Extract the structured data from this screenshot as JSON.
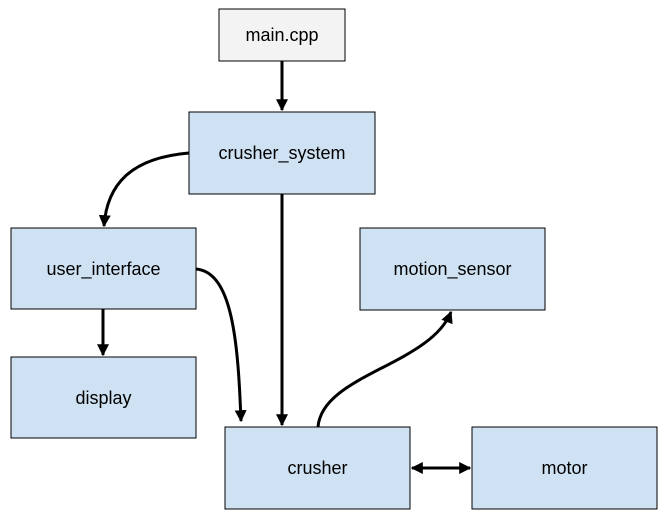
{
  "diagram": {
    "colors": {
      "file_fill": "#f3f3f3",
      "module_fill": "#cfe2f3",
      "stroke": "#000000"
    },
    "nodes": [
      {
        "id": "main_cpp",
        "label": "main.cpp",
        "kind": "file"
      },
      {
        "id": "crusher_system",
        "label": "crusher_system",
        "kind": "module"
      },
      {
        "id": "user_interface",
        "label": "user_interface",
        "kind": "module"
      },
      {
        "id": "motion_sensor",
        "label": "motion_sensor",
        "kind": "module"
      },
      {
        "id": "display",
        "label": "display",
        "kind": "module"
      },
      {
        "id": "crusher",
        "label": "crusher",
        "kind": "module"
      },
      {
        "id": "motor",
        "label": "motor",
        "kind": "module"
      }
    ],
    "edges": [
      {
        "from": "main_cpp",
        "to": "crusher_system",
        "direction": "forward"
      },
      {
        "from": "crusher_system",
        "to": "user_interface",
        "direction": "forward"
      },
      {
        "from": "crusher_system",
        "to": "crusher",
        "direction": "forward"
      },
      {
        "from": "user_interface",
        "to": "display",
        "direction": "forward"
      },
      {
        "from": "user_interface",
        "to": "crusher",
        "direction": "forward"
      },
      {
        "from": "crusher",
        "to": "motion_sensor",
        "direction": "forward"
      },
      {
        "from": "crusher",
        "to": "motor",
        "direction": "both"
      }
    ]
  }
}
